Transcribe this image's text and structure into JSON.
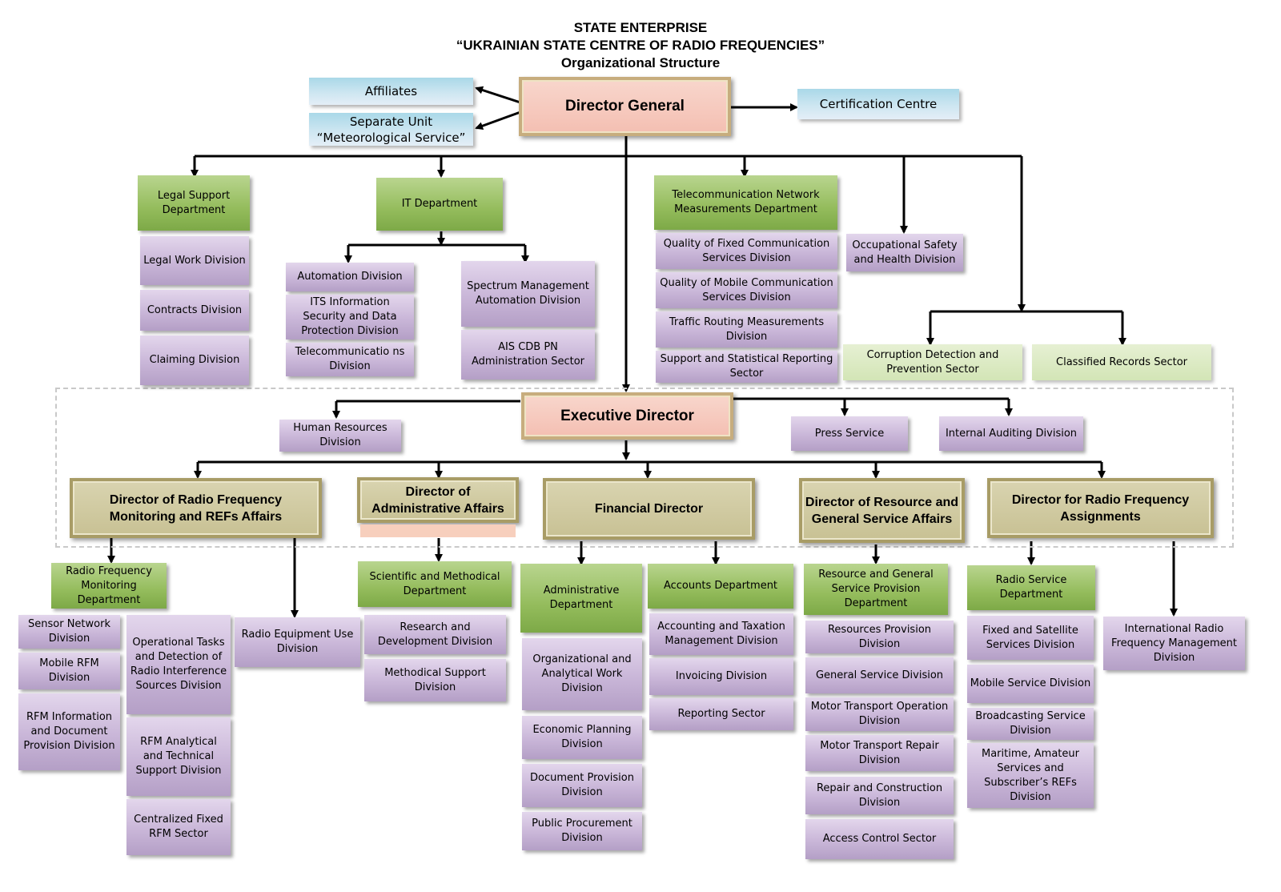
{
  "title_lines": [
    "STATE ENTERPRISE",
    "“UKRAINIAN STATE CENTRE OF RADIO FREQUENCIES”",
    "Organizational Structure"
  ],
  "top": {
    "director_general": "Director General",
    "affiliates": "Affiliates",
    "separate_unit": "Separate Unit “Meteorological Service”",
    "certification_centre": "Certification Centre"
  },
  "legal": {
    "head": "Legal Support Department",
    "items": [
      "Legal Work Division",
      "Contracts Division",
      "Claiming Division"
    ]
  },
  "it": {
    "head": "IT Department",
    "left": [
      "Automation Division",
      "ITS Information Security and Data Protection Division",
      "Telecommunicatio ns Division"
    ],
    "right": [
      "Spectrum Management Automation Division",
      "AIS CDB PN Administration Sector"
    ]
  },
  "telecom": {
    "head": "Telecommunication Network Measurements Department",
    "items": [
      "Quality of Fixed Communication Services Division",
      "Quality of Mobile Communication Services Division",
      "Traffic Routing Measurements Division",
      "Support and Statistical Reporting Sector"
    ]
  },
  "occupational": "Occupational Safety and Health Division",
  "corruption": "Corruption Detection and Prevention Sector",
  "classified": "Classified Records Sector",
  "executive": {
    "head": "Executive Director",
    "human_resources": "Human Resources Division",
    "press": "Press Service",
    "internal_auditing": "Internal Auditing Division"
  },
  "directors": {
    "rf_monitoring": "Director of Radio Frequency Monitoring and REFs Affairs",
    "administrative": "Director of Administrative Affairs",
    "financial": "Financial Director",
    "resource": "Director of Resource and General Service Affairs",
    "assignments": "Director for Radio Frequency Assignments"
  },
  "rf_monitoring": {
    "department": "Radio Frequency Monitoring Department",
    "left": [
      "Sensor Network Division",
      "Mobile RFM Division",
      "RFM Information and Document Provision Division"
    ],
    "middle": [
      "Operational Tasks and Detection of Radio Interference Sources Division",
      "RFM Analytical and Technical Support Division",
      "Centralized Fixed RFM Sector"
    ],
    "radio_equipment": "Radio Equipment Use Division"
  },
  "administrative": {
    "department": "Scientific and Methodical Department",
    "items": [
      "Research and Development Division",
      "Methodical Support Division"
    ]
  },
  "financial": {
    "admin_department": "Administrative Department",
    "admin_items": [
      "Organizational and Analytical Work Division",
      "Economic Planning Division",
      "Document Provision Division",
      "Public Procurement Division"
    ],
    "accounts_department": "Accounts Department",
    "accounts_items": [
      "Accounting and Taxation Management Division",
      "Invoicing Division",
      "Reporting Sector"
    ]
  },
  "resource": {
    "department": "Resource and General Service Provision Department",
    "items": [
      "Resources Provision Division",
      "General Service Division",
      "Motor Transport Operation Division",
      "Motor Transport Repair Division",
      "Repair and Construction Division",
      "Access Control Sector"
    ]
  },
  "assignments": {
    "department": "Radio Service Department",
    "items": [
      "Fixed and Satellite Services Division",
      "Mobile Service Division",
      "Broadcasting Service Division",
      "Maritime, Amateur Services and Subscriber’s REFs Division"
    ],
    "international": "International Radio Frequency Management Division"
  }
}
